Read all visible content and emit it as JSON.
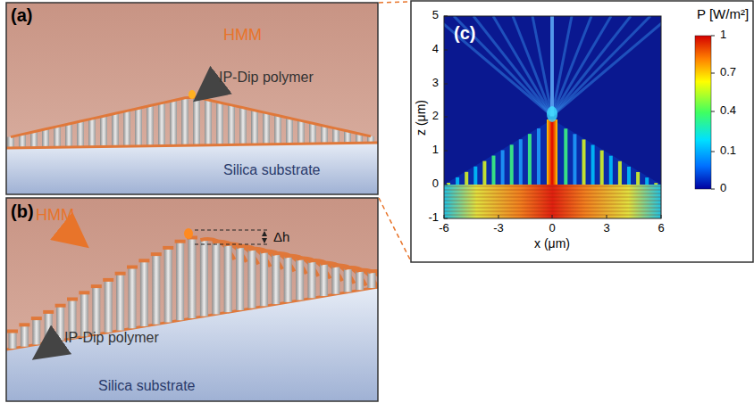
{
  "diagram": {
    "labels": [
      "(a)",
      "HMM",
      "IP-Dip polymer",
      "Silica substrate",
      "(b)",
      "HMM",
      "IP-Dip polymer",
      "Silica substrate",
      "Δh",
      "(c)",
      "P [W/m²]",
      "1",
      "0.7",
      "0.4",
      "0.1",
      "0",
      "5",
      "4",
      "3",
      "2",
      "1",
      "0",
      "-1",
      "-6",
      "-3",
      "0",
      "3",
      "6",
      "z (μm)",
      "x (μm)"
    ]
  }
}
